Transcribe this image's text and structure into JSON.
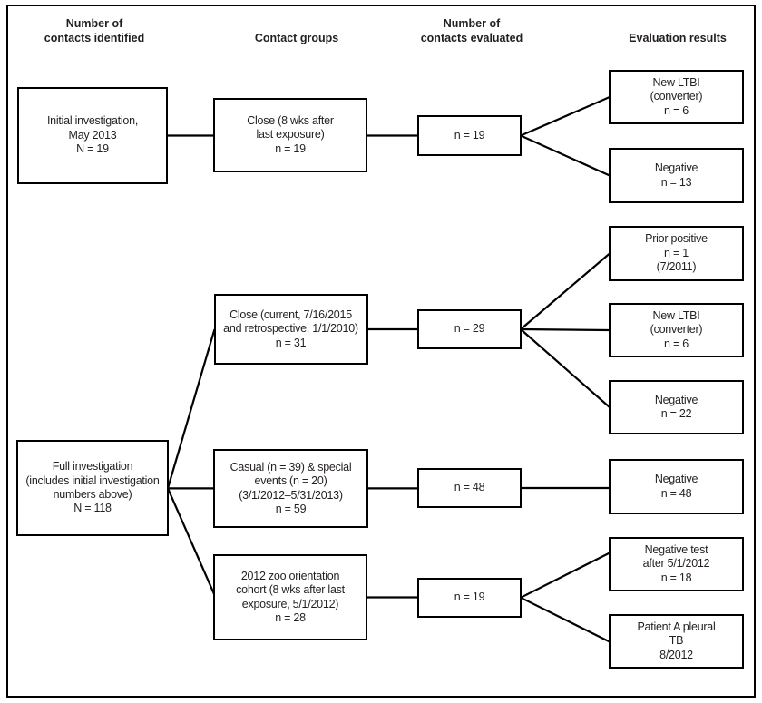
{
  "figure": {
    "type": "flowchart",
    "background": "#ffffff",
    "line_color": "#000000",
    "text_color": "#231f20",
    "column_headers": [
      {
        "id": "contacts-identified",
        "lines": [
          "Number of",
          "contacts identified"
        ]
      },
      {
        "id": "contact-groups",
        "lines": [
          "Contact groups"
        ]
      },
      {
        "id": "contacts-evaluated",
        "lines": [
          "Number of",
          "contacts evaluated"
        ]
      },
      {
        "id": "evaluation-results",
        "lines": [
          "Evaluation results"
        ]
      }
    ],
    "nodes": {
      "initial_investigation": {
        "column": "contacts-identified",
        "lines": [
          "Initial investigation,",
          "May 2013",
          "N = 19"
        ]
      },
      "full_investigation": {
        "column": "contacts-identified",
        "lines": [
          "Full investigation",
          "(includes initial investigation",
          "numbers above)",
          "N = 118"
        ]
      },
      "close_initial": {
        "column": "contact-groups",
        "lines": [
          "Close (8 wks after",
          "last exposure)",
          "n = 19"
        ]
      },
      "close_full": {
        "column": "contact-groups",
        "lines": [
          "Close (current, 7/16/2015",
          "and retrospective, 1/1/2010)",
          "n = 31"
        ]
      },
      "casual": {
        "column": "contact-groups",
        "lines": [
          "Casual (n = 39) & special",
          "events (n = 20)",
          "(3/1/2012–5/31/2013)",
          "n = 59"
        ]
      },
      "zoo_cohort": {
        "column": "contact-groups",
        "lines": [
          "2012 zoo orientation",
          "cohort (8 wks after last",
          "exposure, 5/1/2012)",
          "n = 28"
        ]
      },
      "eval_close_initial": {
        "column": "contacts-evaluated",
        "lines": [
          "n = 19"
        ]
      },
      "eval_close_full": {
        "column": "contacts-evaluated",
        "lines": [
          "n = 29"
        ]
      },
      "eval_casual": {
        "column": "contacts-evaluated",
        "lines": [
          "n = 48"
        ]
      },
      "eval_zoo": {
        "column": "contacts-evaluated",
        "lines": [
          "n = 19"
        ]
      },
      "result_new_ltbi_initial": {
        "column": "evaluation-results",
        "lines": [
          "New LTBI",
          "(converter)",
          "n = 6"
        ]
      },
      "result_negative_initial": {
        "column": "evaluation-results",
        "lines": [
          "Negative",
          "n = 13"
        ]
      },
      "result_prior_positive": {
        "column": "evaluation-results",
        "lines": [
          "Prior positive",
          "n = 1",
          "(7/2011)"
        ]
      },
      "result_new_ltbi_full": {
        "column": "evaluation-results",
        "lines": [
          "New LTBI",
          "(converter)",
          "n = 6"
        ]
      },
      "result_negative_close": {
        "column": "evaluation-results",
        "lines": [
          "Negative",
          "n = 22"
        ]
      },
      "result_negative_casual": {
        "column": "evaluation-results",
        "lines": [
          "Negative",
          "n = 48"
        ]
      },
      "result_negative_test": {
        "column": "evaluation-results",
        "lines": [
          "Negative test",
          "after 5/1/2012",
          "n = 18"
        ]
      },
      "result_patient_a": {
        "column": "evaluation-results",
        "lines": [
          "Patient A pleural",
          "TB",
          "8/2012"
        ]
      }
    },
    "edges": [
      {
        "from": "initial_investigation",
        "to": "close_initial"
      },
      {
        "from": "close_initial",
        "to": "eval_close_initial"
      },
      {
        "from": "eval_close_initial",
        "to": "result_new_ltbi_initial"
      },
      {
        "from": "eval_close_initial",
        "to": "result_negative_initial"
      },
      {
        "from": "full_investigation",
        "to": "close_full"
      },
      {
        "from": "full_investigation",
        "to": "casual"
      },
      {
        "from": "full_investigation",
        "to": "zoo_cohort"
      },
      {
        "from": "close_full",
        "to": "eval_close_full"
      },
      {
        "from": "casual",
        "to": "eval_casual"
      },
      {
        "from": "zoo_cohort",
        "to": "eval_zoo"
      },
      {
        "from": "eval_close_full",
        "to": "result_prior_positive"
      },
      {
        "from": "eval_close_full",
        "to": "result_new_ltbi_full"
      },
      {
        "from": "eval_close_full",
        "to": "result_negative_close"
      },
      {
        "from": "eval_casual",
        "to": "result_negative_casual"
      },
      {
        "from": "eval_zoo",
        "to": "result_negative_test"
      },
      {
        "from": "eval_zoo",
        "to": "result_patient_a"
      }
    ]
  }
}
